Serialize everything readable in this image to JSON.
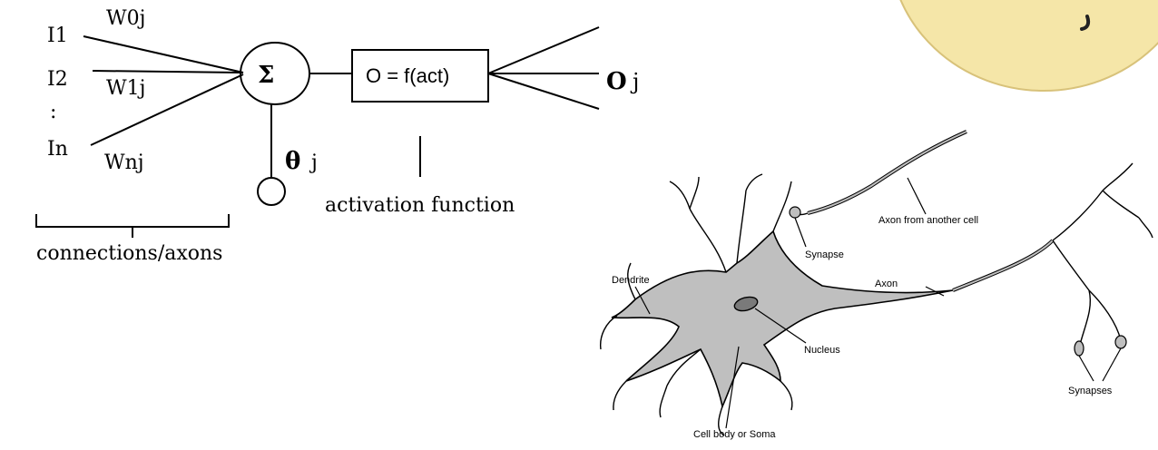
{
  "perceptron": {
    "inputs": [
      "I1",
      "I2",
      ":",
      "In"
    ],
    "weights": [
      "W0j",
      "W1j",
      "Wnj"
    ],
    "sum_symbol": "Σ",
    "threshold_symbol": "θ",
    "threshold_index": "j",
    "activation_box": "O = f(act)",
    "output_symbol": "O",
    "output_index": "j",
    "activation_label": "activation function",
    "connections_label": "connections/axons"
  },
  "neuron": {
    "labels": {
      "axon_from_another_cell": "Axon from another cell",
      "synapse": "Synapse",
      "dendrite": "Dendrite",
      "axon": "Axon",
      "nucleus": "Nucleus",
      "synapses": "Synapses",
      "cell_body": "Cell body or Soma"
    }
  },
  "colors": {
    "ink": "#000000",
    "soma_fill": "#bfbfbf",
    "nucleus_fill": "#7a7a7a",
    "corner_badge": "#f5e6a8",
    "corner_badge_border": "#d8c27a"
  }
}
